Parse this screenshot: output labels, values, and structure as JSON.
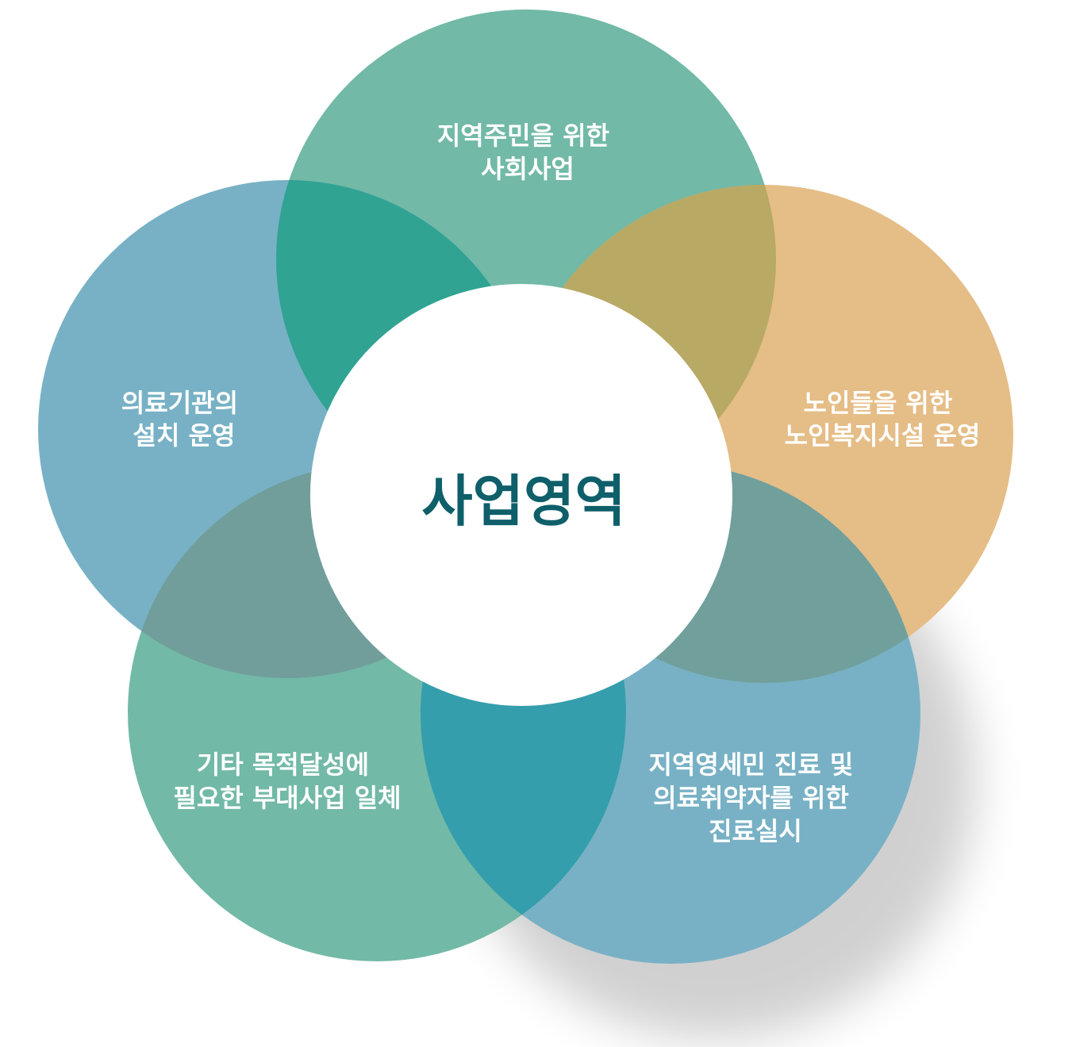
{
  "colors": {
    "green": "#72b9a7",
    "blue": "#78b1c5",
    "orange": "#e5bd86",
    "overlap_top_left": "#30a393",
    "overlap_top_right": "#b8a965",
    "overlap_left_bottom": "#719e9b",
    "overlap_right_bottom": "#71a09c",
    "overlap_bottom": "#359ead",
    "center_text": "#0e5f6a"
  },
  "center": {
    "title": "사업영역"
  },
  "areas": [
    {
      "lines": [
        "지역주민을 위한",
        "사회사업"
      ]
    },
    {
      "lines": [
        "노인들을 위한",
        "노인복지시설 운영"
      ]
    },
    {
      "lines": [
        "지역영세민 진료 및",
        "의료취약자를 위한",
        "진료실시"
      ]
    },
    {
      "lines": [
        "기타 목적달성에",
        "필요한 부대사업 일체"
      ]
    },
    {
      "lines": [
        "의료기관의",
        "설치 운영"
      ]
    }
  ]
}
